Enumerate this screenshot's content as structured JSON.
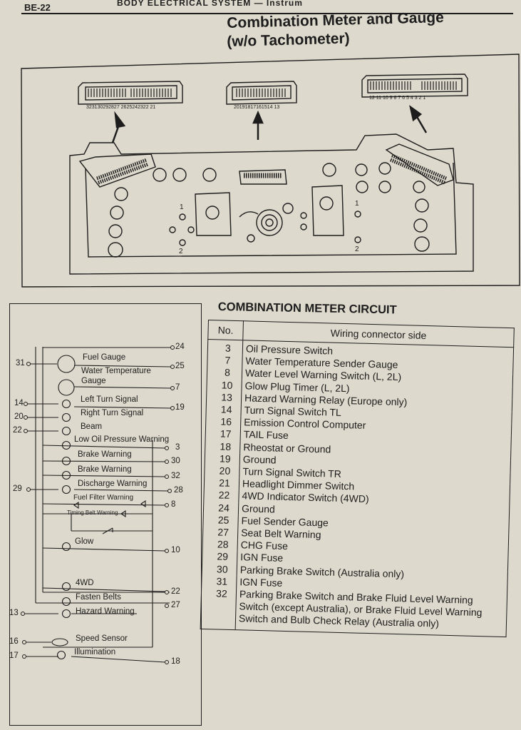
{
  "header": {
    "page_number": "BE-22",
    "section": "BODY ELECTRICAL SYSTEM — Instrum"
  },
  "title": "Combination Meter and Gauge",
  "subtitle": "(w/o Tachometer)",
  "connectors": {
    "left_pins": "323130292827  2625242322 21",
    "middle_pins": "20191817161514 13",
    "right_pins": "12 11 10 9  8  7  6     5  4  3  2  1"
  },
  "housing_labels": [
    "1",
    "2",
    "1",
    "2"
  ],
  "circuit": {
    "terminals": [
      "31",
      "14",
      "20",
      "22",
      "29",
      "13",
      "16",
      "17"
    ],
    "outputs": [
      "24",
      "25",
      "7",
      "19",
      "3",
      "30",
      "32",
      "28",
      "8",
      "10",
      "22",
      "27",
      "18"
    ],
    "components": [
      "Fuel Gauge",
      "Water Temperature",
      "Gauge",
      "Left Turn Signal",
      "Right Turn Signal",
      "Beam",
      "Low Oil Pressure Warning",
      "Brake Warning",
      "Brake Warning",
      "Discharge Warning",
      "Fuel Filter Warning",
      "Timing Belt Warning",
      "Glow",
      "4WD",
      "Fasten Belts",
      "Hazard Warning",
      "Speed Sensor",
      "Illumination"
    ]
  },
  "table": {
    "title": "COMBINATION METER CIRCUIT",
    "col_no": "No.",
    "col_side": "Wiring connector side",
    "rows": [
      {
        "no": "3",
        "desc": "Oil Pressure Switch"
      },
      {
        "no": "7",
        "desc": "Water Temperature Sender Gauge"
      },
      {
        "no": "8",
        "desc": "Water Level Warning Switch (L, 2L)"
      },
      {
        "no": "10",
        "desc": "Glow Plug Timer (L, 2L)"
      },
      {
        "no": "13",
        "desc": "Hazard Warning Relay (Europe only)"
      },
      {
        "no": "14",
        "desc": "Turn Signal Switch TL"
      },
      {
        "no": "16",
        "desc": "Emission Control Computer"
      },
      {
        "no": "17",
        "desc": "TAIL Fuse"
      },
      {
        "no": "18",
        "desc": "Rheostat or Ground"
      },
      {
        "no": "19",
        "desc": "Ground"
      },
      {
        "no": "20",
        "desc": "Turn Signal Switch TR"
      },
      {
        "no": "21",
        "desc": "Headlight Dimmer Switch"
      },
      {
        "no": "22",
        "desc": "4WD Indicator Switch (4WD)"
      },
      {
        "no": "24",
        "desc": "Ground"
      },
      {
        "no": "25",
        "desc": "Fuel Sender Gauge"
      },
      {
        "no": "27",
        "desc": "Seat Belt Warning"
      },
      {
        "no": "28",
        "desc": "CHG Fuse"
      },
      {
        "no": "29",
        "desc": "IGN Fuse"
      },
      {
        "no": "30",
        "desc": "Parking Brake Switch (Australia only)"
      },
      {
        "no": "31",
        "desc": "IGN Fuse"
      },
      {
        "no": "32",
        "desc": "Parking Brake Switch and Brake Fluid Level Warning Switch (except Australia), or Brake Fluid Level Warning Switch and Bulb Check Relay (Australia only)"
      }
    ]
  }
}
